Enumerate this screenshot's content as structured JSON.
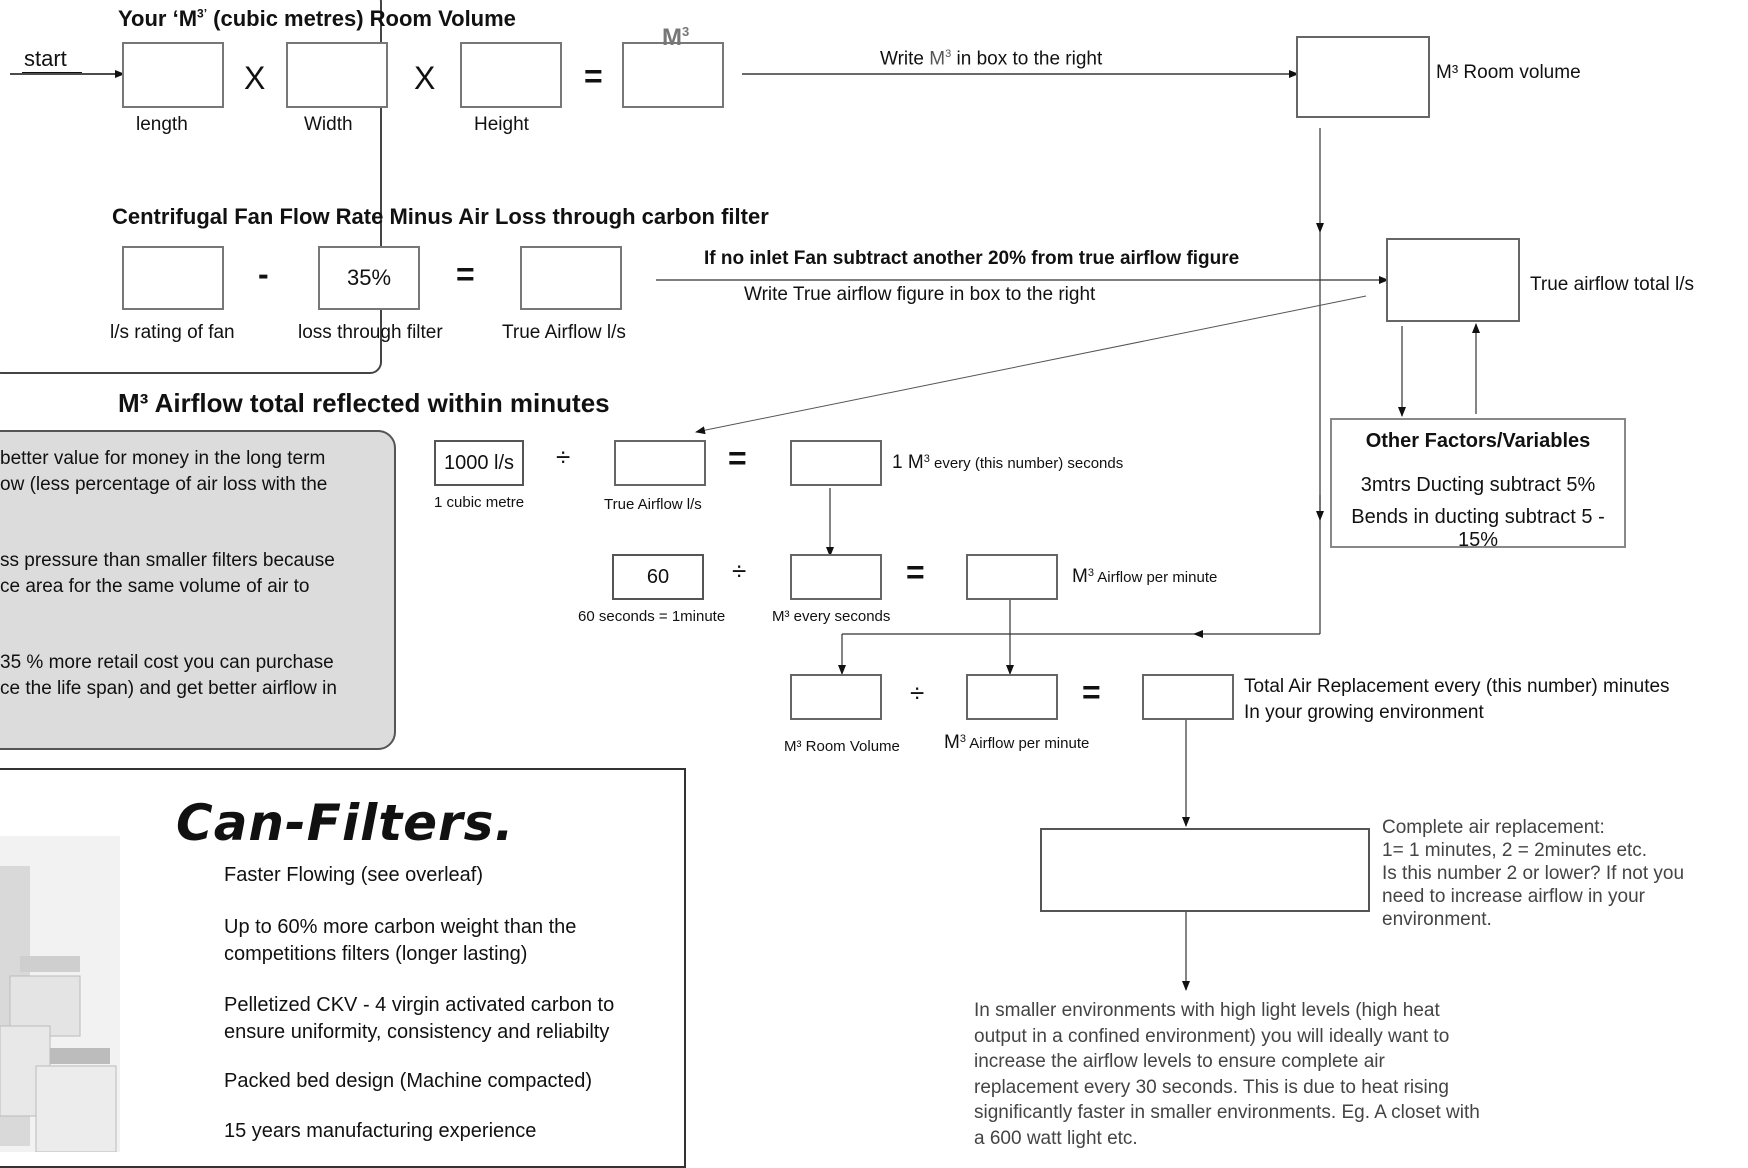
{
  "section1": {
    "title_prefix": "Your ‘M",
    "title_sup": "3’",
    "title_suffix": " (cubic metres) Room Volume",
    "start_label": "start",
    "multiply": "X",
    "equals": "=",
    "box_labels": [
      "length",
      "Width",
      "Height"
    ],
    "result_box_label": "M",
    "result_box_sup": "3",
    "instruction_prefix": "Write ",
    "instruction_m": "M",
    "instruction_sup": "3",
    "instruction_suffix": " in box to the right",
    "room_volume_label": "M³ Room volume"
  },
  "section2": {
    "title": "Centrifugal Fan Flow Rate Minus Air Loss through carbon filter",
    "minus": "-",
    "equals": "=",
    "loss_value": "35%",
    "box_labels": [
      "l/s rating of fan",
      "loss through filter",
      "True Airflow l/s"
    ],
    "instruction_bold": "If no inlet Fan subtract another 20% from true airflow figure",
    "instruction": "Write True airflow figure in box to the right",
    "true_total_label": "True airflow total l/s"
  },
  "factors": {
    "title": "Other Factors/Variables",
    "items": [
      "3mtrs Ducting subtract 5%",
      "Bends in ducting subtract 5 - 15%"
    ]
  },
  "section3": {
    "title": "M³ Airflow total reflected within minutes",
    "divide": "÷",
    "equals": "=",
    "cubic_value": "1000 l/s",
    "cubic_label": "1 cubic metre",
    "true_airflow_label": "True Airflow l/s",
    "every_seconds_m": "1 M",
    "every_seconds_sup": "3",
    "every_seconds_suffix": " every (this number) seconds",
    "sixty_value": "60",
    "sixty_label": "60 seconds = 1minute",
    "m3_every_seconds_label": "M³ every seconds",
    "airflow_per_minute_m": "M",
    "airflow_per_minute_sup": "3",
    "airflow_per_minute_suffix": " Airflow per minute",
    "room_volume_label": "M³ Room Volume",
    "airflow_per_minute_label_m": "M",
    "airflow_per_minute_label_sup": "3",
    "airflow_per_minute_label_suffix": " Airflow per minute",
    "total_replacement_line1": "Total Air Replacement every (this number) minutes",
    "total_replacement_line2": "In your growing environment"
  },
  "result_note": {
    "lines": [
      "Complete air replacement:",
      "1= 1 minutes, 2 = 2minutes etc.",
      "Is this number 2 or lower? If not you",
      "need to increase airflow in your",
      "environment."
    ]
  },
  "bottom_note": {
    "lines": [
      "In smaller environments with high light levels (high heat",
      "output in a confined environment) you will ideally want to",
      "increase the airflow levels to ensure complete air",
      "replacement every 30 seconds.  This is due to heat rising",
      "significantly faster in smaller environments. Eg. A closet with",
      "a 600 watt light etc."
    ]
  },
  "side_notes": {
    "para1": [
      "better value for money in the long term",
      "ow (less percentage of air loss with the"
    ],
    "para2": [
      "ss pressure than smaller filters because",
      "ce area for the same volume of air to"
    ],
    "para3": [
      "35 % more retail cost you can purchase",
      "ce the life span) and get better airflow in"
    ]
  },
  "ad": {
    "logo": "Can-Filters.",
    "items": [
      [
        "Faster Flowing  (see overleaf)"
      ],
      [
        "Up to 60% more carbon weight than the",
        "competitions filters (longer lasting)"
      ],
      [
        "Pelletized CKV - 4  virgin activated carbon to",
        "ensure uniformity, consistency and reliabilty"
      ],
      [
        "Packed bed design (Machine compacted)"
      ],
      [
        "15 years manufacturing experience"
      ]
    ]
  }
}
